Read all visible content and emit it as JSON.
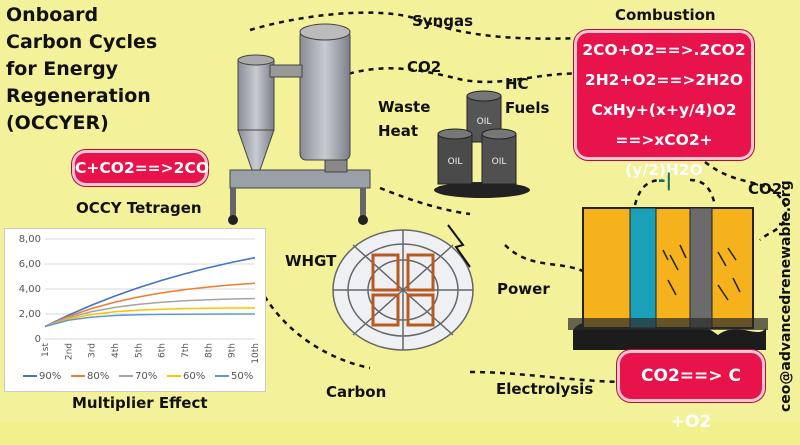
{
  "title": "Onboard Carbon Cycles for Energy Regeneration (OCCYER)",
  "labels": {
    "syngas": "Syngas",
    "combustion": "Combustion",
    "co2_top": "CO2",
    "hc_fuels": "HC Fuels",
    "waste_heat": "Waste Heat",
    "occy_tetragen": "OCCY Tetragen",
    "whgt": "WHGT",
    "power": "Power",
    "carbon": "Carbon",
    "electrolysis": "Electrolysis",
    "co2_right": "CO2",
    "multiplier_effect": "Multiplier Effect",
    "contact": "ceo@advancedrenewable.org",
    "barrel_label": "OIL"
  },
  "equations": {
    "tetragen": "C+CO2==>2CO",
    "combustion": [
      "2CO+O2==>.2CO2",
      "2H2+O2==>2H2O",
      "CxHy+(x+y/4)O2",
      "==>xCO2+(y/2)H2O"
    ],
    "electrolysis": "CO2==> C +O2"
  },
  "electrolysis_symbol": "-|",
  "colors": {
    "background": "#f3f19a",
    "red_box": "#e8134b",
    "cell_yellow": "#f6b21c",
    "cell_teal": "#1aa0b8",
    "cell_grey": "#6b6b6b"
  },
  "chart_data": {
    "type": "line",
    "categories": [
      "1st",
      "2nd",
      "3rd",
      "4th",
      "5th",
      "6th",
      "7th",
      "8th",
      "9th",
      "10th"
    ],
    "ylim": [
      0,
      8
    ],
    "yticks": [
      "8,00",
      "6,00",
      "4,00",
      "2,00",
      "0"
    ],
    "grid": true,
    "legend": "bottom",
    "series": [
      {
        "name": "90%",
        "color": "#4472c4",
        "values": [
          1.0,
          1.9,
          2.71,
          3.44,
          4.1,
          4.69,
          5.22,
          5.7,
          6.13,
          6.51
        ]
      },
      {
        "name": "80%",
        "color": "#ed7d31",
        "values": [
          1.0,
          1.8,
          2.44,
          2.95,
          3.36,
          3.69,
          3.95,
          4.16,
          4.33,
          4.46
        ]
      },
      {
        "name": "70%",
        "color": "#a5a5a5",
        "values": [
          1.0,
          1.7,
          2.19,
          2.53,
          2.77,
          2.94,
          3.06,
          3.14,
          3.2,
          3.24
        ]
      },
      {
        "name": "60%",
        "color": "#ffc000",
        "values": [
          1.0,
          1.6,
          1.96,
          2.18,
          2.31,
          2.38,
          2.43,
          2.46,
          2.48,
          2.49
        ]
      },
      {
        "name": "50%",
        "color": "#5b9bd5",
        "values": [
          1.0,
          1.5,
          1.75,
          1.88,
          1.94,
          1.97,
          1.98,
          1.99,
          2.0,
          2.0
        ]
      }
    ]
  }
}
